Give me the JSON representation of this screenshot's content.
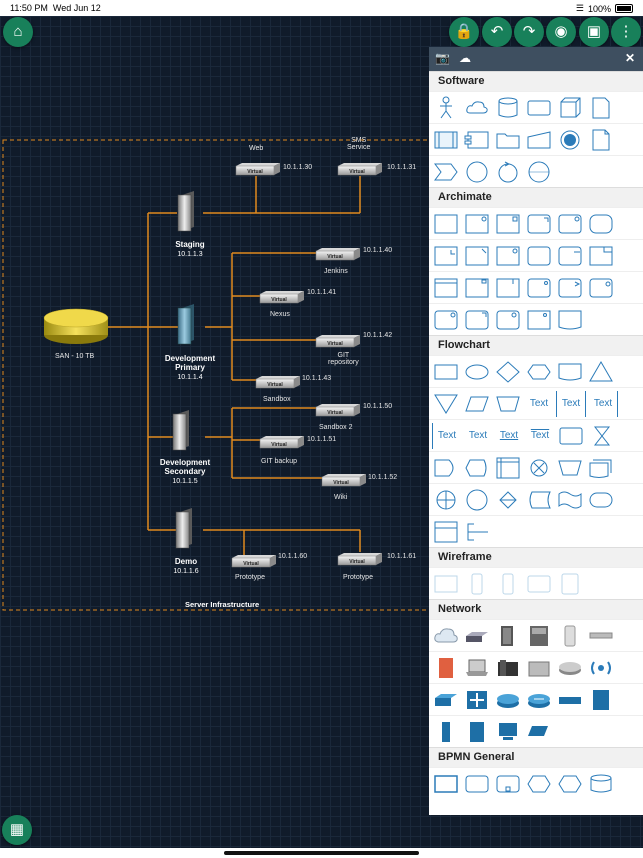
{
  "status": {
    "time": "11:50 PM",
    "date": "Wed Jun 12",
    "battery": "100%"
  },
  "diagram": {
    "group_label": "Server Infrastructure",
    "san_label": "SAN - 10 TB",
    "virtual_text": "Virtual",
    "nodes": [
      {
        "name": "Staging",
        "ip": "10.1.1.3"
      },
      {
        "name": "Development Primary",
        "line1": "Development",
        "line2": "Primary",
        "ip": "10.1.1.4"
      },
      {
        "name": "Development Secondary",
        "line1": "Development",
        "line2": "Secondary",
        "ip": "10.1.1.5"
      },
      {
        "name": "Demo",
        "ip": "10.1.1.6"
      }
    ],
    "vms": [
      {
        "label": "Web",
        "ip": "10.1.1.30"
      },
      {
        "label": "SMS Service",
        "line1": "SMS",
        "line2": "Service",
        "ip": "10.1.1.31"
      },
      {
        "label": "Jenkins",
        "ip": "10.1.1.40"
      },
      {
        "label": "Nexus",
        "ip": "10.1.1.41"
      },
      {
        "label": "GIT repository",
        "line1": "GIT",
        "line2": "repository",
        "ip": "10.1.1.42"
      },
      {
        "label": "Sandbox",
        "ip": "10.1.1.43"
      },
      {
        "label": "Sandbox 2",
        "ip": "10.1.1.50"
      },
      {
        "label": "GIT backup",
        "ip": "10.1.1.51"
      },
      {
        "label": "Wiki",
        "ip": "10.1.1.52"
      },
      {
        "label": "Prototype",
        "ip": "10.1.1.60"
      },
      {
        "label": "Prototype",
        "ip": "10.1.1.61"
      }
    ]
  },
  "toolbar": {
    "icons": [
      "lock-icon",
      "undo-icon",
      "redo-icon",
      "palette-icon",
      "image-icon",
      "more-vertical-icon"
    ]
  },
  "panel": {
    "header_icons": [
      "camera-icon",
      "cloud-download-icon",
      "close-icon"
    ],
    "sections": {
      "software": "Software",
      "archimate": "Archimate",
      "flowchart": "Flowchart",
      "wireframe": "Wireframe",
      "network": "Network",
      "bpmn": "BPMN General"
    },
    "text_shape": "Text"
  },
  "colors": {
    "accent": "#18805a",
    "connector": "#e08a1e",
    "shape_blue": "#2b7bb9",
    "canvas": "#101b2a"
  }
}
